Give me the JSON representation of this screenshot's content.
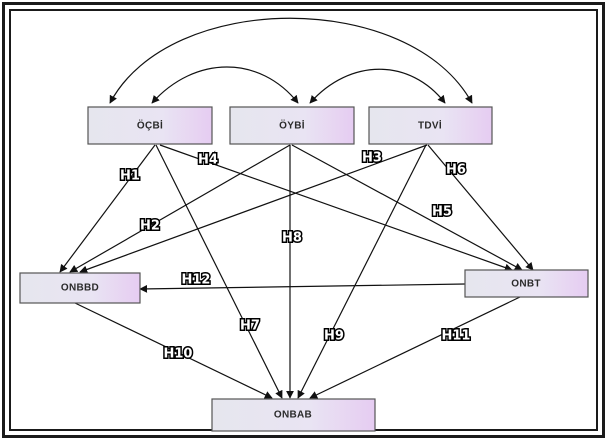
{
  "diagram": {
    "nodes": [
      {
        "id": "ocbi",
        "label": "ÖÇBİ"
      },
      {
        "id": "oybi",
        "label": "ÖYBİ"
      },
      {
        "id": "tdvi",
        "label": "TDVİ"
      },
      {
        "id": "onbbd",
        "label": "ONBBD"
      },
      {
        "id": "onbt",
        "label": "ONBT"
      },
      {
        "id": "onbab",
        "label": "ONBAB"
      }
    ],
    "hypotheses": [
      {
        "id": "H1",
        "label": "H1",
        "from": "ocbi",
        "to": "onbbd"
      },
      {
        "id": "H2",
        "label": "H2",
        "from": "oybi",
        "to": "onbbd"
      },
      {
        "id": "H3",
        "label": "H3",
        "from": "tdvi",
        "to": "onbbd"
      },
      {
        "id": "H4",
        "label": "H4",
        "from": "ocbi",
        "to": "onbt"
      },
      {
        "id": "H5",
        "label": "H5",
        "from": "oybi",
        "to": "onbt"
      },
      {
        "id": "H6",
        "label": "H6",
        "from": "tdvi",
        "to": "onbt"
      },
      {
        "id": "H7",
        "label": "H7",
        "from": "ocbi",
        "to": "onbab"
      },
      {
        "id": "H8",
        "label": "H8",
        "from": "oybi",
        "to": "onbab"
      },
      {
        "id": "H9",
        "label": "H9",
        "from": "tdvi",
        "to": "onbab"
      },
      {
        "id": "H10",
        "label": "H10",
        "from": "onbbd",
        "to": "onbab"
      },
      {
        "id": "H11",
        "label": "H11",
        "from": "onbt",
        "to": "onbab"
      },
      {
        "id": "H12",
        "label": "H12",
        "from": "onbt",
        "to": "onbbd"
      }
    ],
    "correlations": [
      {
        "from": "ocbi",
        "to": "tdvi"
      },
      {
        "from": "ocbi",
        "to": "oybi"
      },
      {
        "from": "oybi",
        "to": "tdvi"
      }
    ]
  }
}
